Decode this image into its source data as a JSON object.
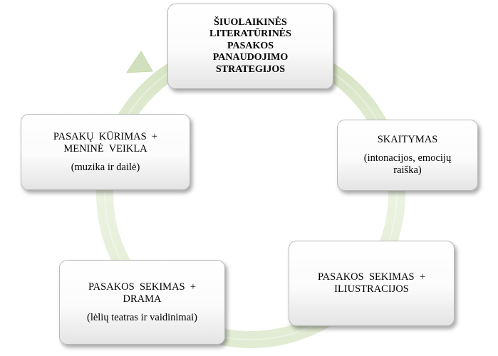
{
  "diagram": {
    "type": "cycle",
    "center": {
      "lines": [
        "ŠIUOLAIKINĖS",
        "LITERATŪRINĖS",
        "PASAKOS",
        "PANAUDOJIMO",
        "STRATEGIJOS"
      ]
    },
    "nodes": [
      {
        "title_lines": [
          "SKAITYMAS"
        ],
        "sub_lines": [
          "(intonacijos, emocijų",
          "raiška)"
        ]
      },
      {
        "title_lines": [
          "PASAKOS  SEKIMAS  +",
          "ILIUSTRACIJOS"
        ],
        "sub_lines": []
      },
      {
        "title_lines": [
          "PASAKOS  SEKIMAS  +",
          "DRAMA"
        ],
        "sub_lines": [
          "(lėlių teatras ir vaidinimai)"
        ]
      },
      {
        "title_lines": [
          "PASAKŲ  KŪRIMAS  +",
          "MENINĖ  VEIKLA"
        ],
        "sub_lines": [
          "(muzika ir dailė)"
        ]
      }
    ],
    "colors": {
      "ring_light": "#eef4e4",
      "ring_dark": "#d3e2bf",
      "box_border": "#b9b9b9"
    }
  }
}
